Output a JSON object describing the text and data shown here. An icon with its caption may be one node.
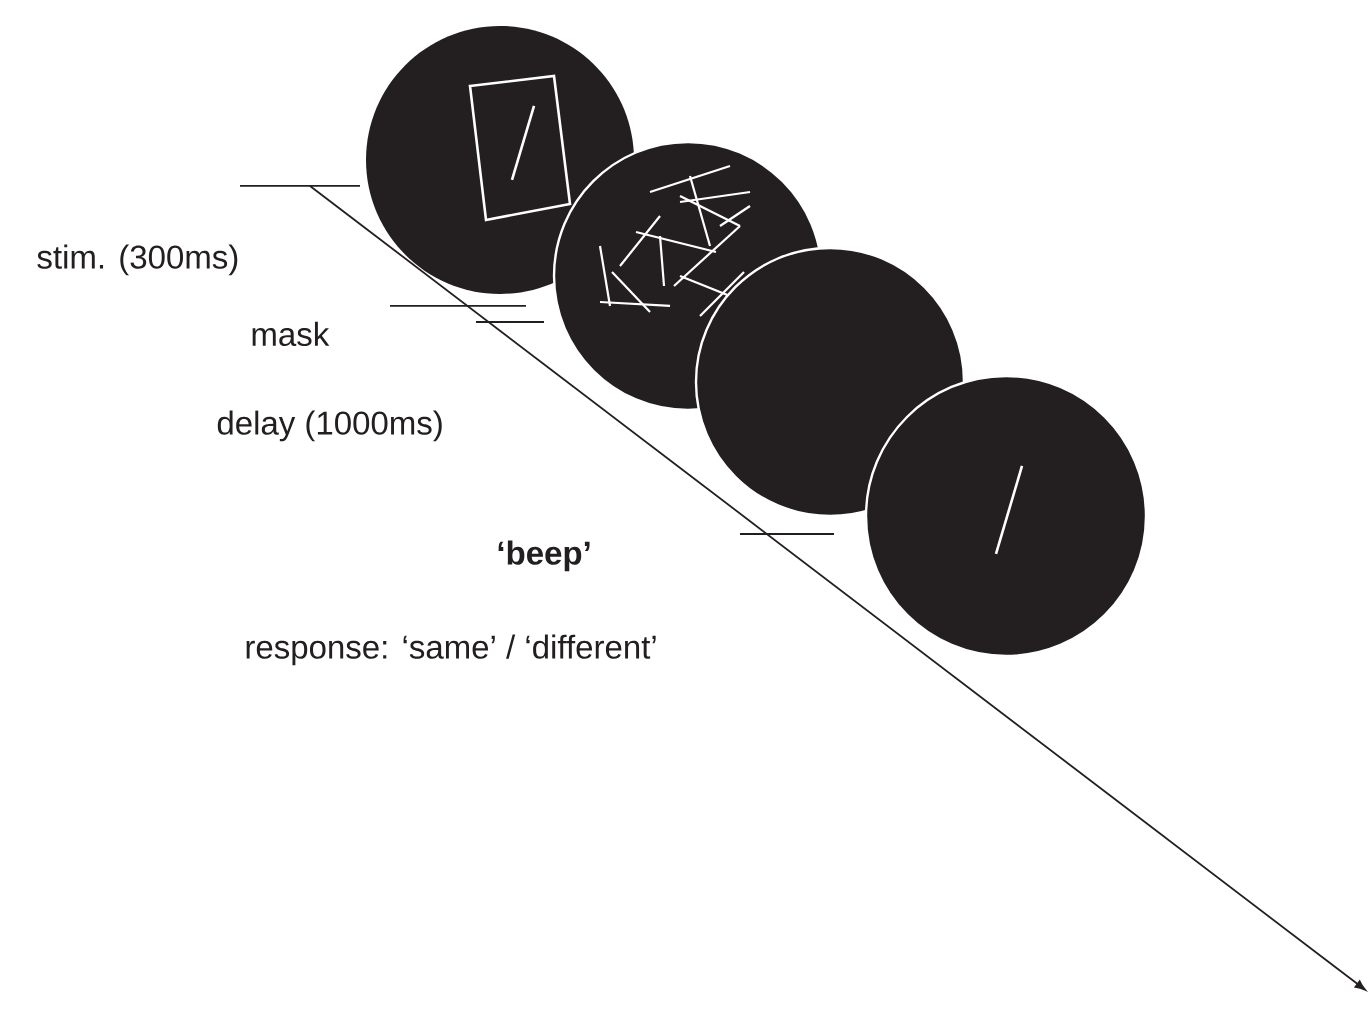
{
  "diagram": {
    "nodes": [
      {
        "text": [],
        "shape": "circle"
      },
      {
        "text": [],
        "shape": "circle"
      },
      {
        "text": [],
        "shape": "circle"
      },
      {
        "text": [],
        "shape": "circle"
      }
    ],
    "labels": [
      "stim. (300ms)",
      "mask",
      "delay (1000ms)",
      "‘beep’",
      "response: ‘same’ / ‘different’"
    ]
  }
}
